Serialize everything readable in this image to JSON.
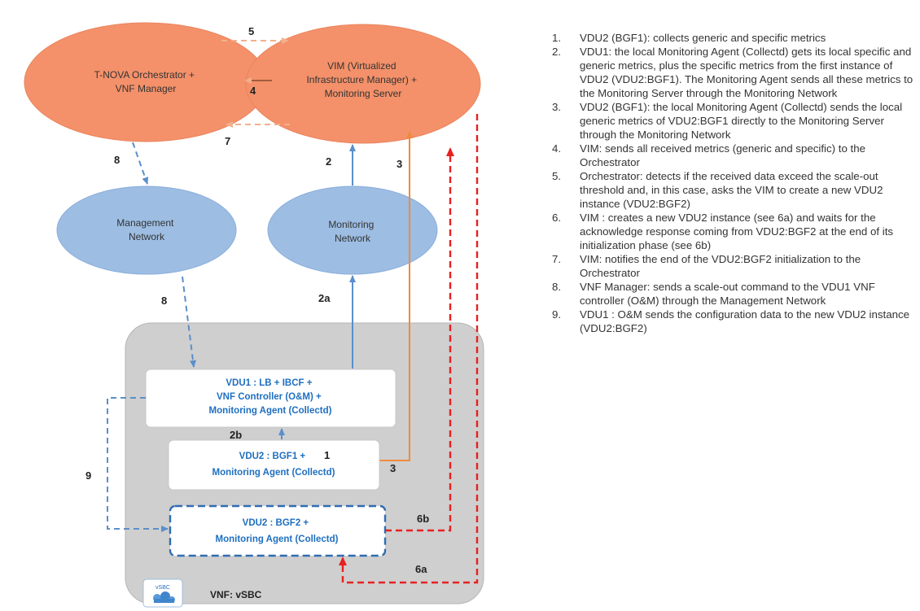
{
  "diagram": {
    "nodes": {
      "orchestrator": [
        "T-NOVA Orchestrator +",
        "VNF Manager"
      ],
      "vim": [
        "VIM (Virtualized",
        "Infrastructure Manager) +",
        "Monitoring Server"
      ],
      "mgmt_net": [
        "Management",
        "Network"
      ],
      "mon_net": [
        "Monitoring",
        "Network"
      ],
      "vdu1": [
        "VDU1 : LB + IBCF +",
        "VNF Controller (O&M) +",
        "Monitoring Agent (Collectd)"
      ],
      "vdu2_bgf1": [
        "VDU2 : BGF1 +",
        "Monitoring Agent (Collectd)"
      ],
      "vdu2_bgf1_step": "1",
      "vdu2_bgf2": [
        "VDU2 : BGF2 +",
        "Monitoring Agent (Collectd)"
      ],
      "vnf_label": "VNF: vSBC",
      "logo_text": "vSBC"
    },
    "step_labels": {
      "s5": "5",
      "s4": "4",
      "s7": "7",
      "s8_top": "8",
      "s2": "2",
      "s3_top": "3",
      "s8_bottom": "8",
      "s2a": "2a",
      "s2b": "2b",
      "s3_bottom": "3",
      "s9": "9",
      "s6b": "6b",
      "s6a": "6a"
    },
    "colors": {
      "orange_node": "#f4916a",
      "blue_node": "#9dbde3",
      "vnf_container": "#cfcfcf",
      "blue_arrow": "#5a8fca",
      "orange_arrow": "#f08a3c",
      "red_dash": "#e82020",
      "text_blue": "#1f6fc0"
    }
  },
  "notes": [
    {
      "num": "1.",
      "text": "VDU2 (BGF1): collects generic and specific metrics"
    },
    {
      "num": "2.",
      "text": "VDU1: the local Monitoring Agent (Collectd) gets its local specific and generic metrics, plus the specific metrics from the first instance of VDU2 (VDU2:BGF1). The Monitoring Agent sends all these metrics to the Monitoring Server through the Monitoring Network"
    },
    {
      "num": "3.",
      "text": "VDU2 (BGF1): the local Monitoring Agent (Collectd) sends the local generic metrics of VDU2:BGF1 directly to the Monitoring Server through the Monitoring Network"
    },
    {
      "num": "4.",
      "text": "VIM: sends all received metrics (generic and specific) to the Orchestrator"
    },
    {
      "num": "5.",
      "text": "Orchestrator: detects if the received data exceed the scale-out threshold and, in this case, asks the VIM to create a new VDU2 instance (VDU2:BGF2)"
    },
    {
      "num": "6.",
      "text": "VIM : creates a new VDU2 instance (see 6a) and waits for the acknowledge response coming from VDU2:BGF2 at the end of its initialization phase (see 6b)"
    },
    {
      "num": "7.",
      "text": "VIM: notifies the end of the VDU2:BGF2 initialization to the Orchestrator"
    },
    {
      "num": "8.",
      "text": "VNF Manager: sends a scale-out command to the VDU1 VNF controller (O&M) through the Management Network"
    },
    {
      "num": "9.",
      "text": "VDU1 : O&M sends the configuration data to the new VDU2 instance (VDU2:BGF2)"
    }
  ]
}
